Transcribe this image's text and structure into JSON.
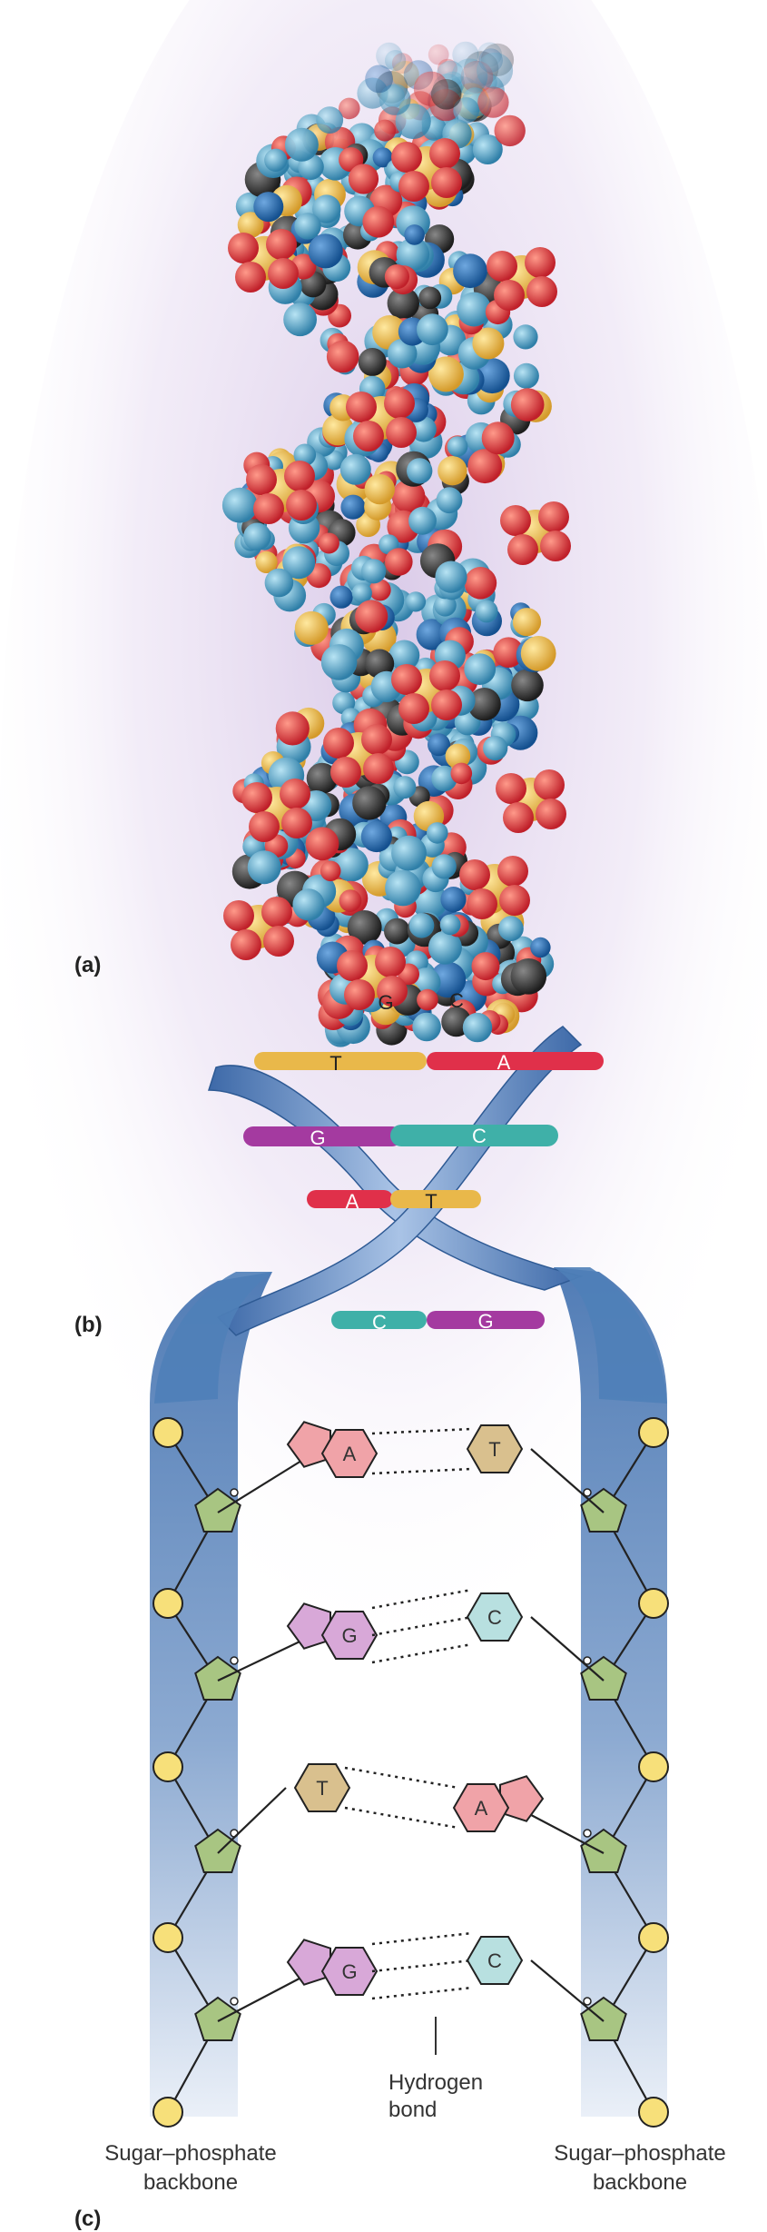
{
  "panels": {
    "a": "(a)",
    "b": "(b)",
    "c": "(c)"
  },
  "helix_base_pairs": [
    [
      "T",
      "A"
    ],
    [
      "G",
      "C"
    ],
    [
      "A",
      "T"
    ],
    [
      "C",
      "G"
    ]
  ],
  "diagram_base_pairs": [
    {
      "left": "A",
      "right": "T",
      "bonds": 2
    },
    {
      "left": "G",
      "right": "C",
      "bonds": 3
    },
    {
      "left": "T",
      "right": "A",
      "bonds": 2
    },
    {
      "left": "G",
      "right": "C",
      "bonds": 3
    }
  ],
  "space_fill_labels": [
    "G",
    "C"
  ],
  "labels": {
    "hydrogen_bond_line1": "Hydrogen",
    "hydrogen_bond_line2": "bond",
    "left_backbone_line1": "Sugar–phosphate",
    "left_backbone_line2": "backbone",
    "right_backbone_line1": "Sugar–phosphate",
    "right_backbone_line2": "backbone"
  },
  "colors": {
    "adenine": "#f0a3a8",
    "thymine": "#d9c08e",
    "guanine": "#d8a8d8",
    "cytosine": "#b8e0e0",
    "sugar": "#a8c582",
    "phosphate": "#f7e07a",
    "ribbon": "#4f7fb8",
    "glow": "#cdb8e0"
  }
}
